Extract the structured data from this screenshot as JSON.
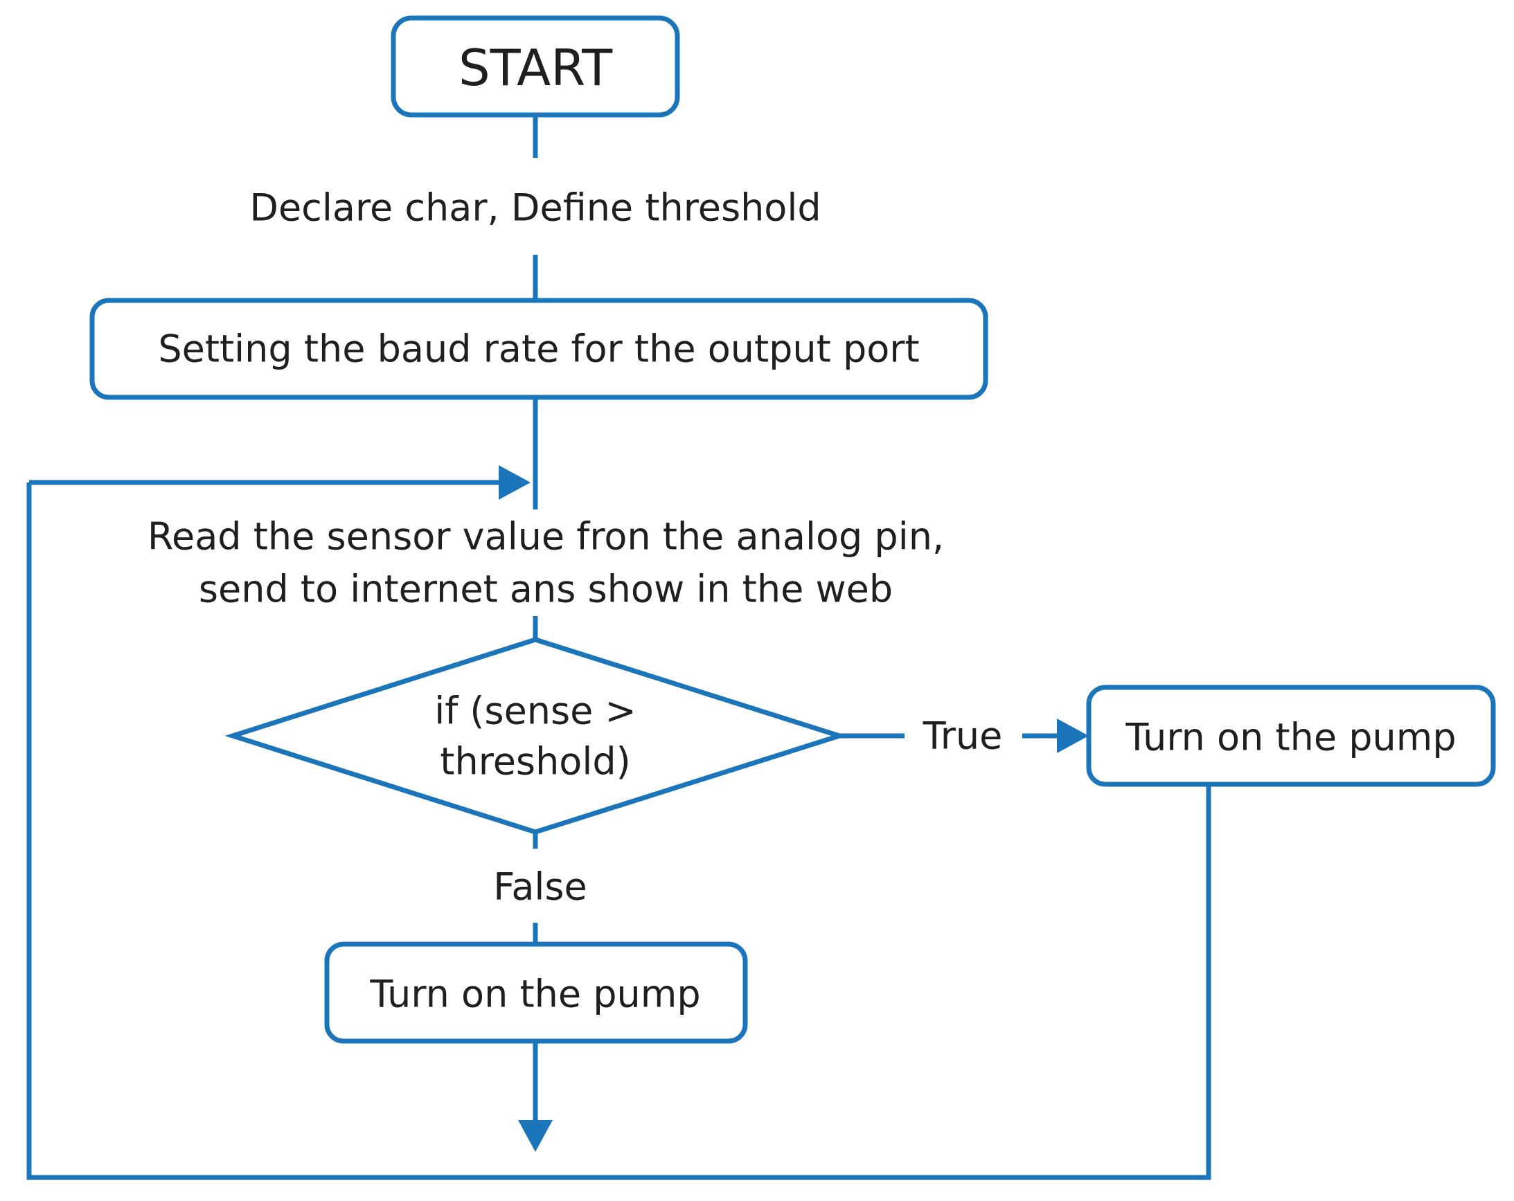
{
  "diagram": {
    "nodes": {
      "start": "START",
      "declare": "Declare char, Define threshold",
      "baud": "Setting the baud rate for the output port",
      "read_line1": "Read the sensor value fron the analog pin,",
      "read_line2": "send to internet ans show in the web",
      "decision_line1": "if (sense >",
      "decision_line2": "threshold)",
      "true_action": "Turn on the pump",
      "false_action": "Turn on the pump"
    },
    "edges": {
      "true_label": "True",
      "false_label": "False"
    },
    "colors": {
      "stroke": "#1b75bb",
      "text": "#1f1f1f"
    }
  }
}
